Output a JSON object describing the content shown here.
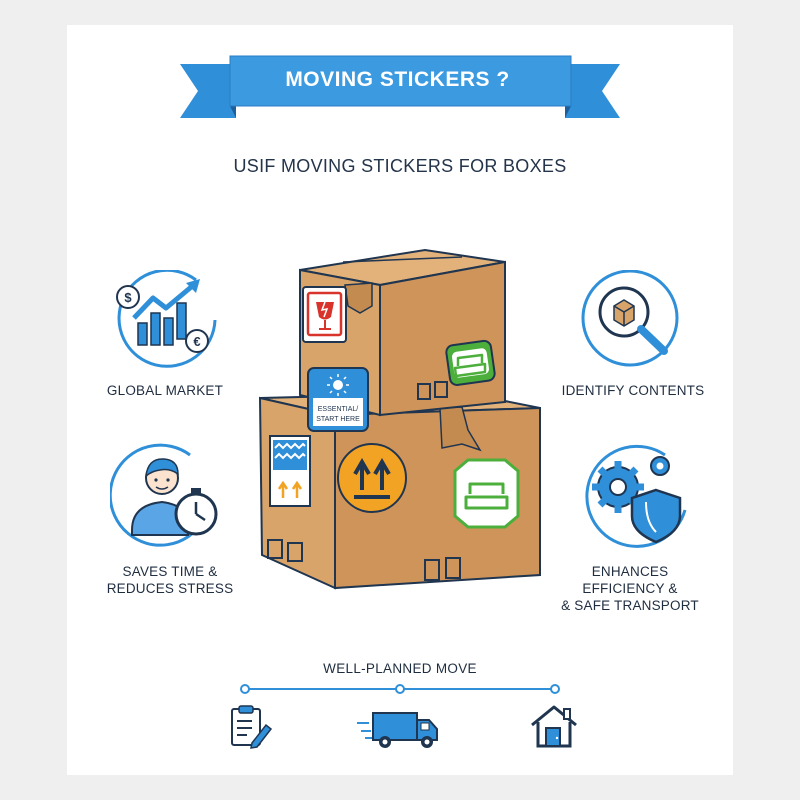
{
  "header": {
    "banner_title": "MOVING STICKERS ?",
    "subtitle": "USIF MOVING STICKERS FOR BOXES"
  },
  "boxes": {
    "sticker_essential_line1": "ESSENTIAL/",
    "sticker_essential_line2": "START HERE"
  },
  "features": [
    {
      "label": "GLOBAL MARKET",
      "icon": "growth-chart-icon"
    },
    {
      "label": "IDENTIFY CONTENTS",
      "icon": "magnifier-box-icon"
    },
    {
      "label_line1": "SAVES TIME &",
      "label_line2": "REDUCES STRESS",
      "icon": "person-stopwatch-icon"
    },
    {
      "label_line1": "ENHANCES",
      "label_line2": "EFFICIENCY &",
      "label_line3": "& SAFE TRANSPORT",
      "icon": "gear-shield-icon"
    }
  ],
  "timeline": {
    "title": "WELL-PLANNED MOVE",
    "steps": [
      {
        "icon": "clipboard-icon"
      },
      {
        "icon": "truck-icon"
      },
      {
        "icon": "house-icon"
      }
    ]
  },
  "colors": {
    "accent_blue": "#2f8fd8",
    "banner_dark": "#1d5f9c",
    "cardboard": "#d9a46a",
    "cardboard_shadow": "#c48b50",
    "outline": "#1f3550",
    "fragile_red": "#d9342b",
    "orange": "#f3a324",
    "green": "#4caf3c"
  }
}
